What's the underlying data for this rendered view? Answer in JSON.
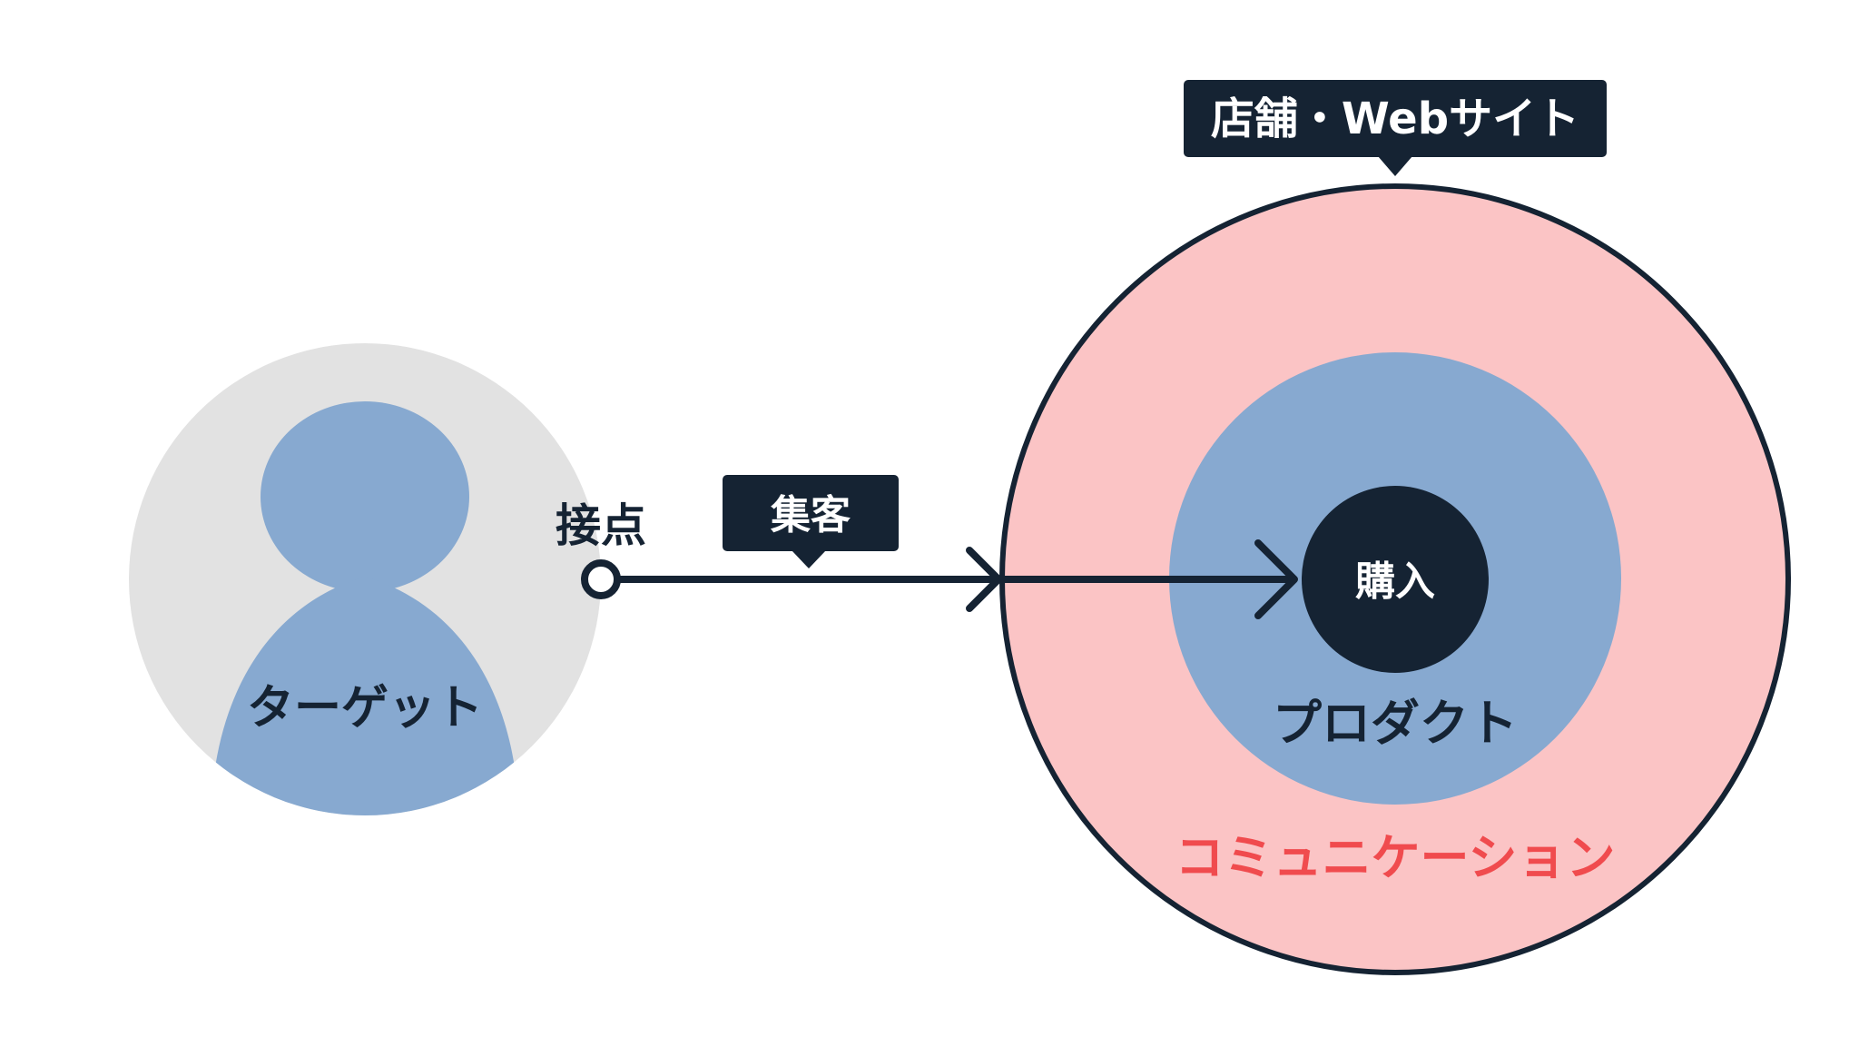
{
  "target": {
    "label": "ターゲット"
  },
  "touchpoint": {
    "label": "接点"
  },
  "acquisition": {
    "label": "集客"
  },
  "store": {
    "label": "店舗・Webサイト"
  },
  "purchase": {
    "label": "購入"
  },
  "product": {
    "label": "プロダクト"
  },
  "communication": {
    "label": "コミュニケーション"
  },
  "colors": {
    "dark": "#152333",
    "person": "#87a9d0",
    "person_bg": "#e2e2e2",
    "communication_fill": "#fbc4c5",
    "communication_text": "#f04b4e",
    "product_fill": "#87a9d0",
    "purchase_fill": "#152333",
    "white": "#ffffff"
  }
}
